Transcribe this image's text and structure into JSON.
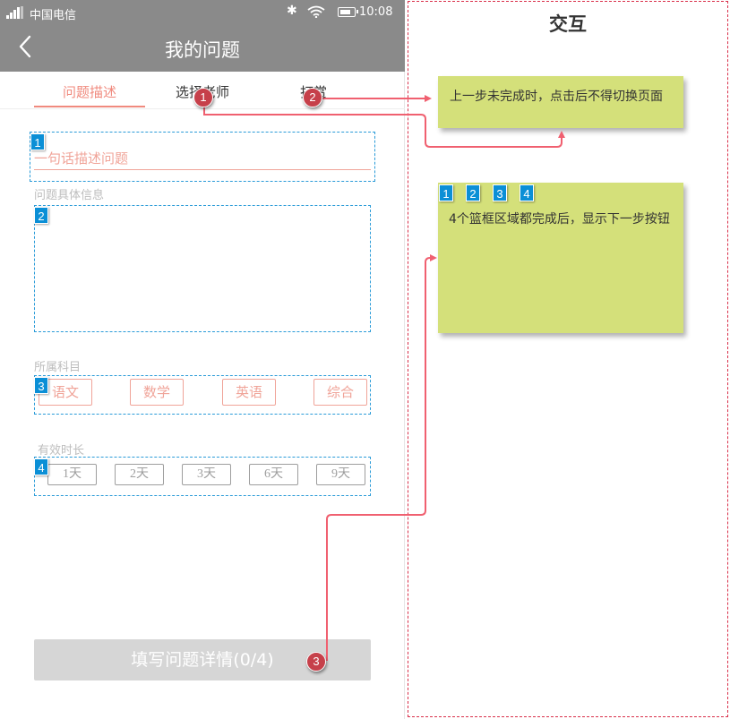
{
  "status_bar": {
    "carrier": "中国电信",
    "time": "10:08"
  },
  "nav": {
    "title": "我的问题"
  },
  "tabs": [
    {
      "label": "问题描述",
      "active": true
    },
    {
      "label": "选择老师",
      "active": false
    },
    {
      "label": "打赏",
      "active": false
    }
  ],
  "form": {
    "question_placeholder": "一句话描述问题",
    "detail_label": "问题具体信息",
    "subject_label": "所属科目",
    "subjects": [
      "语文",
      "数学",
      "英语",
      "综合"
    ],
    "duration_label": "有效时长",
    "durations": [
      "1天",
      "2天",
      "3天",
      "6天",
      "9天"
    ],
    "submit_label": "填写问题详情",
    "submit_count": "(0/4)"
  },
  "box_tags": [
    "1",
    "2",
    "3",
    "4"
  ],
  "annotation_panel": {
    "title": "交互",
    "note1": "上一步未完成时，点击后不得切换页面",
    "note2_tags": [
      "1",
      "2",
      "3",
      "4"
    ],
    "note2": "4个篮框区域都完成后，显示下一步按钮",
    "badges": [
      "1",
      "2",
      "3"
    ]
  },
  "colors": {
    "accent": "#f08a7e",
    "header_gray": "#8a8a8a",
    "dash_blue": "#2a9bd8",
    "tag_blue": "#0b8fd6",
    "note_green": "#d4e07a",
    "badge_red": "#c6404a",
    "connector": "#f06070",
    "panel_border": "#d9304a"
  }
}
